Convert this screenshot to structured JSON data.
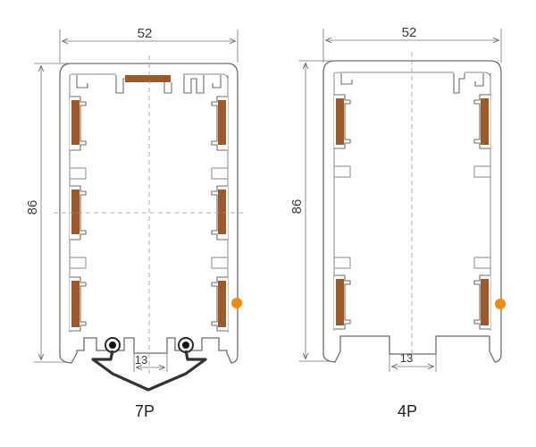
{
  "colors": {
    "conductor": "#9a5a2e",
    "marker": "#f08a12",
    "line": "#6d6d6d",
    "dimension": "#777777"
  },
  "profiles": [
    {
      "caption": "7P",
      "width_label": "52",
      "height_label": "86",
      "gap_label": "13"
    },
    {
      "caption": "4P",
      "width_label": "52",
      "height_label": "86",
      "gap_label": "13"
    }
  ]
}
